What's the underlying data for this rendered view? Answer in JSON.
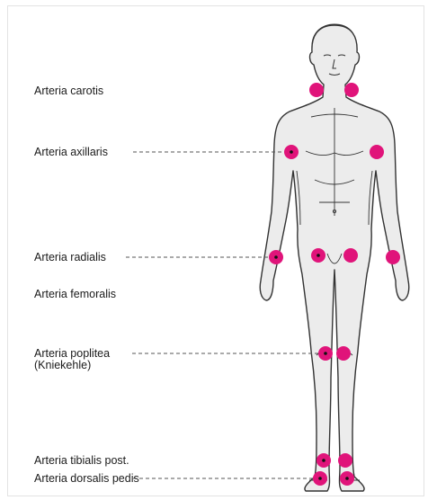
{
  "labels": {
    "carotis": "Arteria carotis",
    "axillaris": "Arteria axillaris",
    "radialis": "Arteria radialis",
    "femoralis": "Arteria femoralis",
    "poplitea": "Arteria poplitea",
    "poplitea_note": "(Kniekehle)",
    "tibialis": "Arteria tibialis post.",
    "dorsalis": "Arteria dorsalis pedis"
  },
  "colors": {
    "pulse_point": "#e0147a",
    "body_fill": "#ececec",
    "body_stroke": "#333333",
    "leader_line": "#555555"
  }
}
